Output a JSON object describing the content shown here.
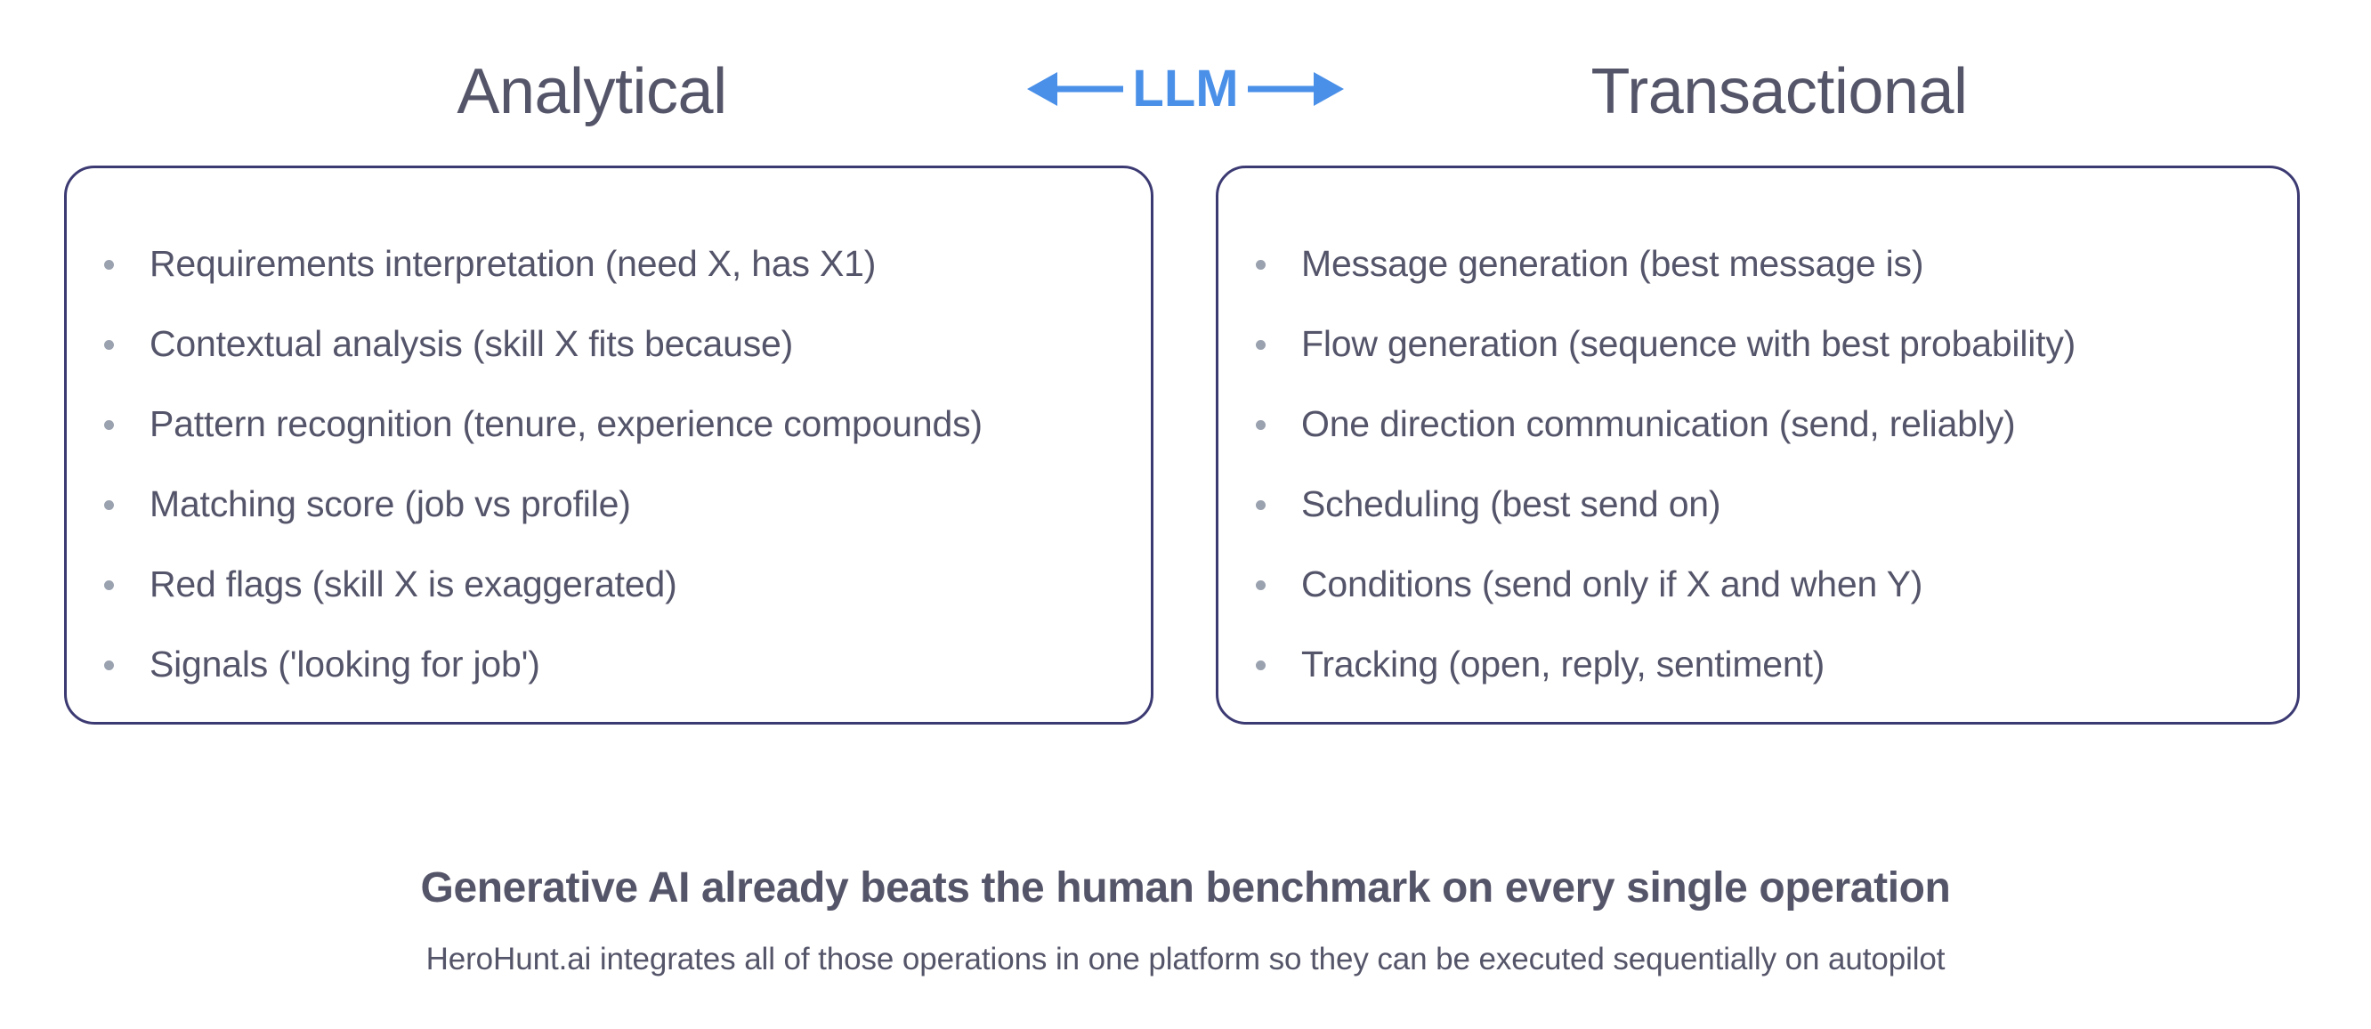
{
  "columns": {
    "left_title": "Analytical",
    "right_title": "Transactional"
  },
  "center_badge": {
    "label": "LLM",
    "left_arrow_icon": "arrow-left-icon",
    "right_arrow_icon": "arrow-right-icon",
    "color": "#4a90e8"
  },
  "left_card": {
    "items": [
      "Requirements interpretation (need X, has X1)",
      "Contextual analysis (skill X fits because)",
      "Pattern recognition (tenure, experience compounds)",
      "Matching score (job vs profile)",
      "Red flags (skill X is exaggerated)",
      "Signals ('looking for job')"
    ]
  },
  "right_card": {
    "items": [
      "Message generation (best message is)",
      "Flow generation (sequence with best probability)",
      "One direction communication (send, reliably)",
      "Scheduling (best send on)",
      "Conditions (send only if X and when Y)",
      "Tracking (open, reply, sentiment)"
    ]
  },
  "footer": {
    "heading": "Generative AI already beats the human benchmark on every single operation",
    "subtitle": "HeroHunt.ai integrates all of those operations in one platform so they can be executed sequentially on autopilot"
  },
  "colors": {
    "text": "#55556a",
    "card_border": "#3c3a72",
    "bullet_dot": "#9aa1af",
    "accent_blue": "#4a90e8",
    "background": "#ffffff"
  }
}
